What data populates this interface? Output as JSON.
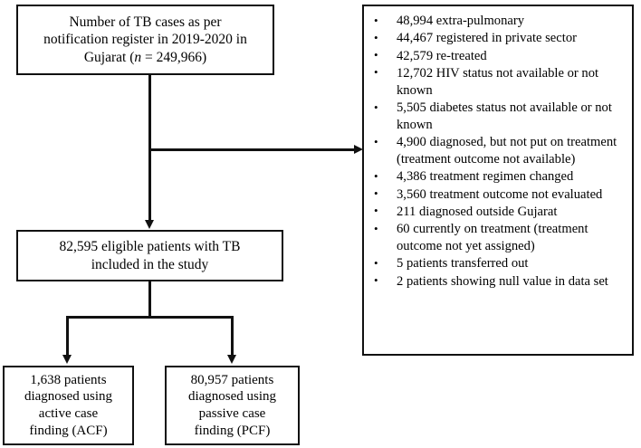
{
  "diagram": {
    "type": "patient-flow-diagram",
    "source_box": {
      "text": "Number of TB cases as per\nnotification register in 2019-2020 in\nGujarat (n = 249,966)",
      "count": 249966,
      "label_line1": "Number of TB cases as per",
      "label_line2": "notification register in 2019-2020 in",
      "label_line3_prefix": "Gujarat (",
      "label_line3_italic": "n",
      "label_line3_suffix": " = 249,966)"
    },
    "eligible_box": {
      "text": "82,595 eligible patients with TB\nincluded in the study",
      "count": 82595
    },
    "acf_box": {
      "text": "1,638 patients\ndiagnosed using\nactive case\nfinding (ACF)",
      "count": 1638
    },
    "pcf_box": {
      "text": "80,957 patients\ndiagnosed using\npassive case\nfinding (PCF)",
      "count": 80957
    },
    "excluded_box": {
      "items": [
        {
          "count": 48994,
          "text": "48,994 extra-pulmonary"
        },
        {
          "count": 44467,
          "text": "44,467 registered in private sector"
        },
        {
          "count": 42579,
          "text": "42,579 re-treated"
        },
        {
          "count": 12702,
          "text": "12,702 HIV status not available or not known"
        },
        {
          "count": 5505,
          "text": "5,505 diabetes status not available or not known"
        },
        {
          "count": 4900,
          "text": "4,900 diagnosed, but not put on treatment (treatment outcome not available)"
        },
        {
          "count": 4386,
          "text": "4,386 treatment regimen changed"
        },
        {
          "count": 3560,
          "text": "3,560 treatment outcome not evaluated"
        },
        {
          "count": 211,
          "text": "211 diagnosed outside Gujarat"
        },
        {
          "count": 60,
          "text": "60 currently on treatment (treatment outcome not yet assigned)"
        },
        {
          "count": 5,
          "text": "5 patients transferred out"
        },
        {
          "count": 2,
          "text": "2 patients showing null value in data set"
        }
      ]
    },
    "colors": {
      "background": "#ffffff",
      "stroke": "#111111",
      "text": "#000000"
    }
  }
}
